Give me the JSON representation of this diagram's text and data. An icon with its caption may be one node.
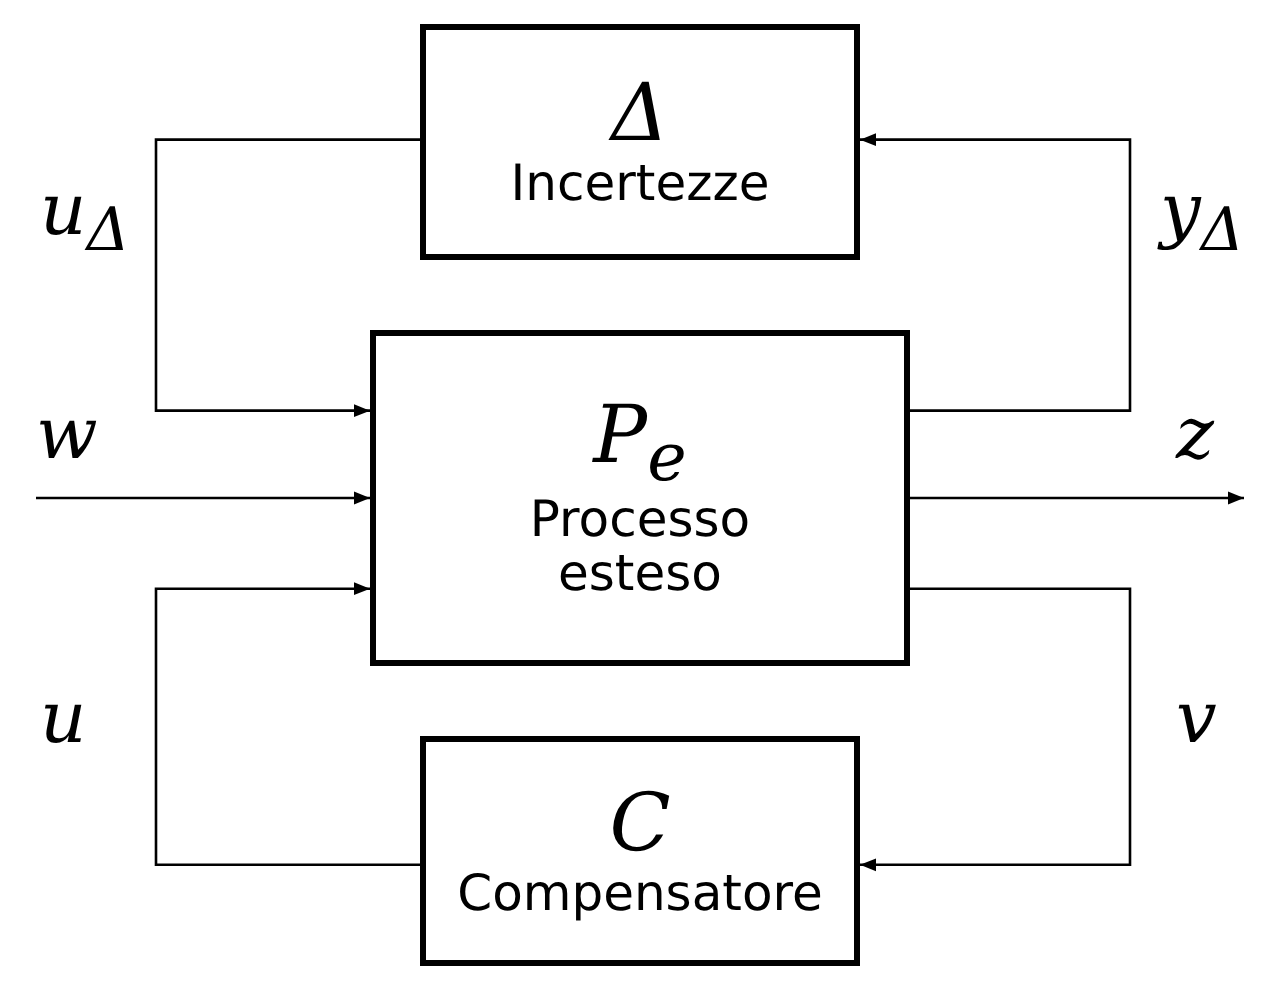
{
  "diagram": {
    "nodes": [
      {
        "text": [
          "Δ",
          "Incertezze"
        ]
      },
      {
        "text": [
          "P$_{e}$",
          "Processo esteso"
        ]
      },
      {
        "text": [
          "C",
          "Compensatore"
        ]
      }
    ],
    "edges": [
      {
        "from": 0,
        "to": 1,
        "arrow": "to",
        "label": "u$_{Δ}$"
      },
      {
        "from": 1,
        "to": 0,
        "arrow": "to",
        "label": "y$_{Δ}$"
      },
      {
        "from": null,
        "to": 1,
        "arrow": "to",
        "label": "w"
      },
      {
        "from": 1,
        "to": null,
        "arrow": "to",
        "label": "z"
      },
      {
        "from": 2,
        "to": 1,
        "arrow": "to",
        "label": "u"
      },
      {
        "from": 1,
        "to": 2,
        "arrow": "to",
        "label": "v"
      }
    ]
  }
}
